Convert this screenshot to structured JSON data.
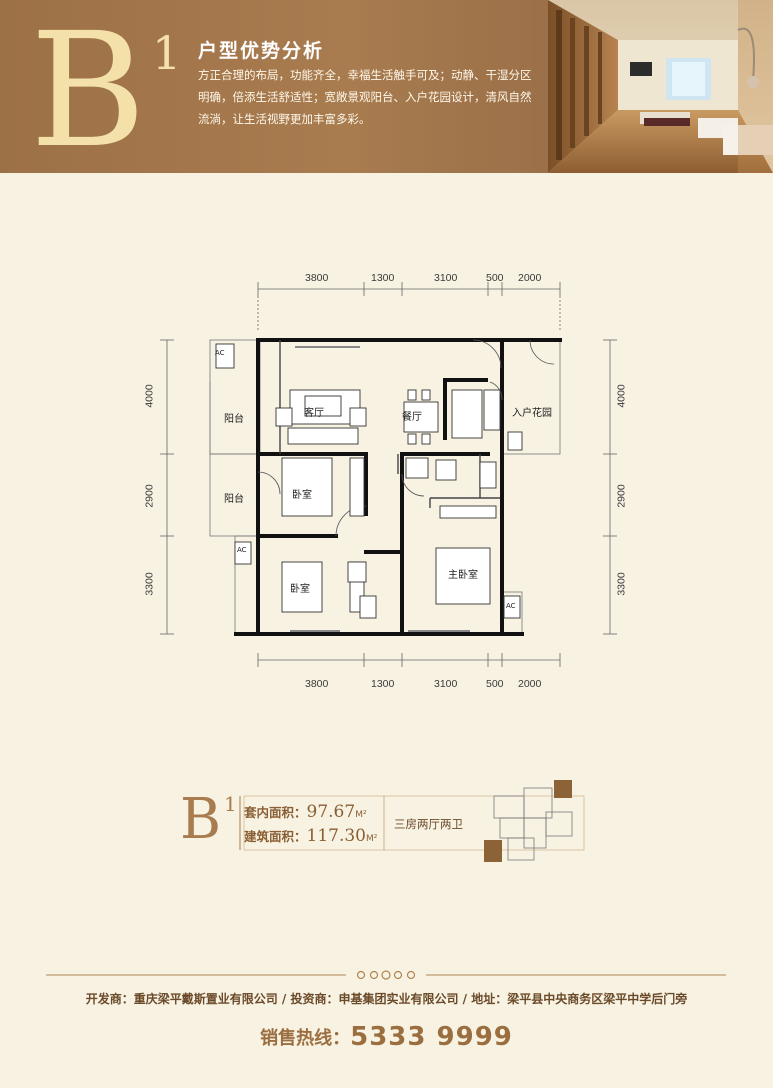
{
  "header": {
    "unit_letter": "B",
    "unit_number": "1",
    "title": "户型优势分析",
    "description": "方正合理的布局，功能齐全，幸福生活触手可及；动静、干湿分区明确，倍添生活舒适性；宽敞景观阳台、入户花园设计，清风自然流淌，让生活视野更加丰富多彩。"
  },
  "plan": {
    "top_dims": [
      "3800",
      "1300",
      "3100",
      "500",
      "2000"
    ],
    "bottom_dims": [
      "3800",
      "1300",
      "3100",
      "500",
      "2000"
    ],
    "left_dims": [
      "4000",
      "2900",
      "3300"
    ],
    "right_dims": [
      "4000",
      "2900",
      "3300"
    ],
    "rooms": {
      "balcony_1": "阳台",
      "balcony_2": "阳台",
      "living": "客厅",
      "dining": "餐厅",
      "entry_garden": "入户花园",
      "bedroom_1": "卧室",
      "bedroom_2": "卧室",
      "master": "主卧室"
    },
    "ac_label": "AC"
  },
  "info": {
    "unit_letter": "B",
    "unit_number": "1",
    "inner_area_label": "套内面积：",
    "inner_area_value": "97.67",
    "built_area_label": "建筑面积：",
    "built_area_value": "117.30",
    "area_unit": "M²",
    "layout_type": "三房两厅两卫"
  },
  "footer": {
    "credits": "开发商：重庆梁平戴斯置业有限公司 / 投资商：申基集团实业有限公司 / 地址：梁平县中央商务区梁平中学后门旁",
    "hotline_label": "销售热线：",
    "hotline_number": "5333 9999"
  },
  "colors": {
    "header_brown": "#a87c4f",
    "accent_gold": "#f4e1aa",
    "background": "#f8f2e3"
  }
}
